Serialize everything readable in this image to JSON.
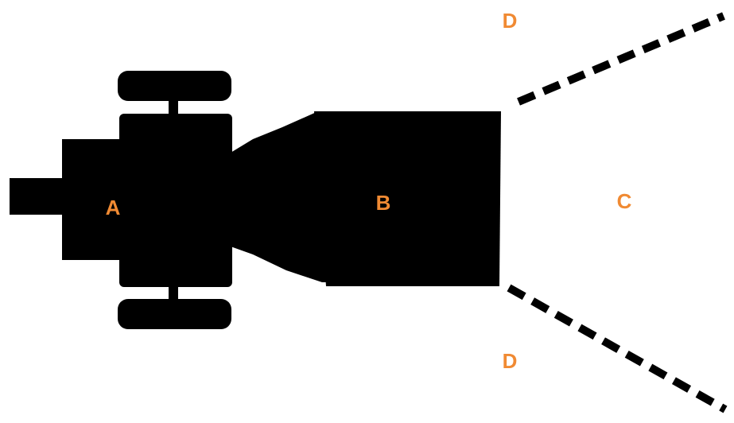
{
  "colors": {
    "background": "#ffffff",
    "machine": "#000000",
    "label": "#F08A33"
  },
  "labels": {
    "a": "A",
    "b": "B",
    "c": "C",
    "d_top": "D",
    "d_bottom": "D"
  }
}
